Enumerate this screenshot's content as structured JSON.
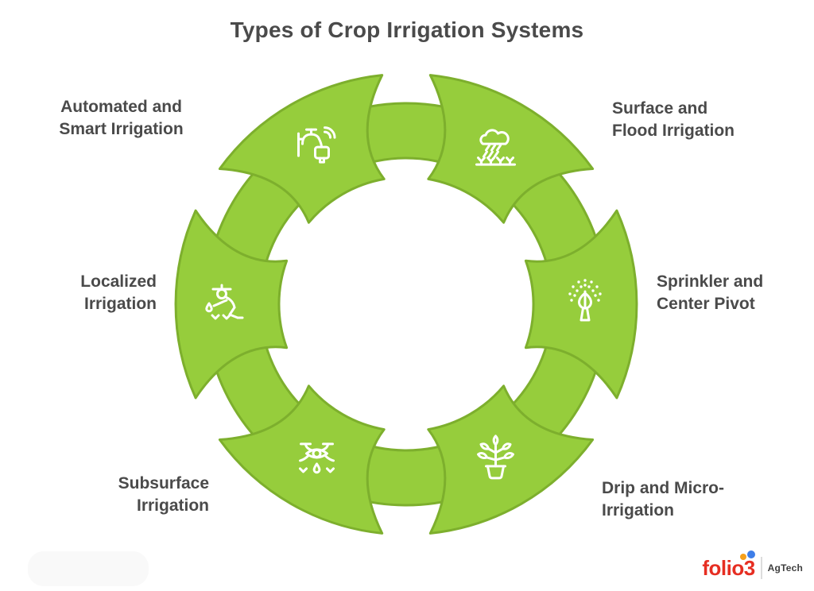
{
  "title": "Types of Crop Irrigation Systems",
  "diagram": {
    "type": "cycle",
    "segment_count": 6,
    "colors": {
      "ring_fill": "#96CD3C",
      "ring_stroke": "#7DAF2D",
      "icon": "#FFFFFF",
      "label": "#4A4A4A"
    },
    "segments": [
      {
        "id": "automated",
        "position": "top-left",
        "icon": "smart-faucet-icon",
        "label": "Automated and\nSmart Irrigation"
      },
      {
        "id": "surface",
        "position": "top-right",
        "icon": "rain-cloud-crops-icon",
        "label": "Surface and\nFlood Irrigation"
      },
      {
        "id": "sprinkler",
        "position": "right",
        "icon": "sprinkler-icon",
        "label": "Sprinkler and\nCenter Pivot"
      },
      {
        "id": "drip",
        "position": "bottom-right",
        "icon": "potted-plant-icon",
        "label": "Drip and Micro-\nIrrigation"
      },
      {
        "id": "subsurface",
        "position": "bottom-left",
        "icon": "drone-drop-icon",
        "label": "Subsurface\nIrrigation"
      },
      {
        "id": "localized",
        "position": "left",
        "icon": "farmer-planting-icon",
        "label": "Localized\nIrrigation"
      }
    ]
  },
  "footer_logo": {
    "brand": "folio3",
    "suffix": "AgTech",
    "brand_color": "#E62E22",
    "dot_orange": "#F6A01B",
    "dot_blue": "#3E7EE8",
    "suffix_color": "#3F3F3F"
  }
}
